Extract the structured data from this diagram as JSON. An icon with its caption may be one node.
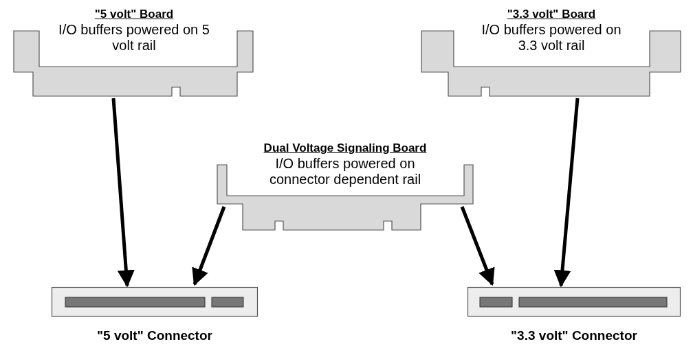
{
  "diagram": {
    "nodes": [
      {
        "text": [
          "\"5 volt\" Board",
          "I/O buffers powered on 5 volt rail"
        ]
      },
      {
        "text": [
          "\"3.3 volt\" Board",
          "I/O buffers powered on 3.3 volt rail"
        ]
      },
      {
        "text": [
          "Dual Voltage Signaling Board",
          "I/O buffers powered on connector dependent rail"
        ]
      },
      {
        "text": [
          "\"5 volt\" Connector"
        ]
      },
      {
        "text": [
          "\"3.3 volt\" Connector"
        ]
      }
    ],
    "edges": [
      {
        "from": 0,
        "to": 3,
        "arrow": "to"
      },
      {
        "from": 2,
        "to": 3,
        "arrow": "to"
      },
      {
        "from": 2,
        "to": 4,
        "arrow": "to"
      },
      {
        "from": 1,
        "to": 4,
        "arrow": "to"
      }
    ]
  }
}
